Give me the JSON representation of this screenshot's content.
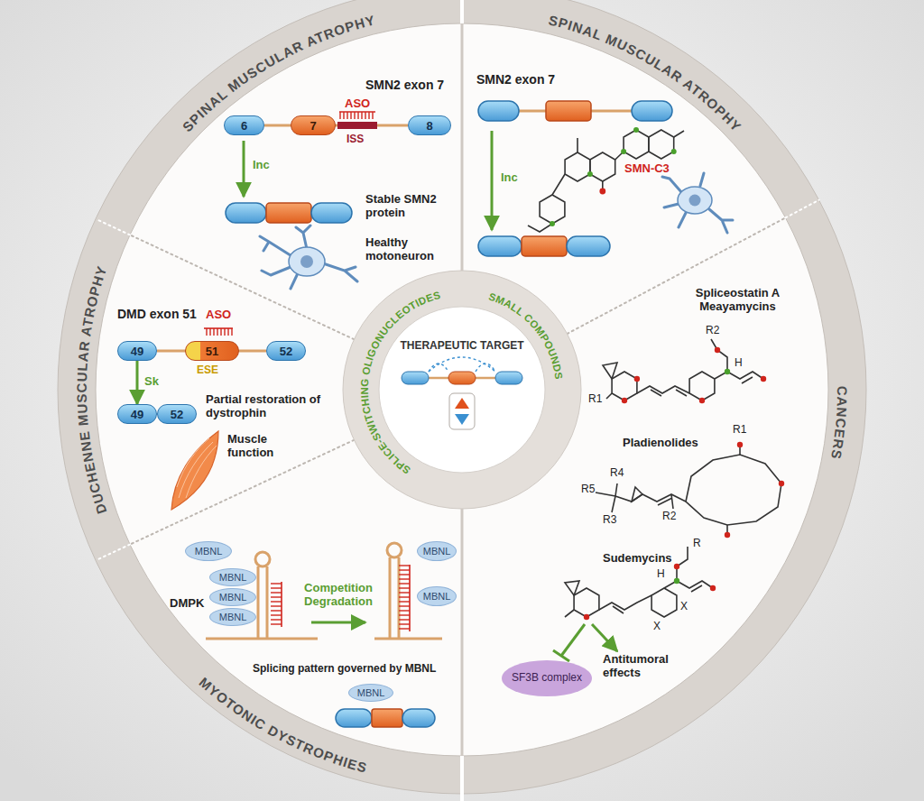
{
  "diagram": {
    "nodes": [
      {
        "text": [
          "THERAPEUTIC TARGET"
        ]
      },
      {
        "text": [
          "6"
        ]
      },
      {
        "text": [
          "7"
        ]
      },
      {
        "text": [
          "8"
        ]
      },
      {
        "text": [
          "49"
        ]
      },
      {
        "text": [
          "51"
        ]
      },
      {
        "text": [
          "52"
        ]
      },
      {
        "text": [
          "49"
        ]
      },
      {
        "text": [
          "52"
        ]
      },
      {
        "text": [
          "MBNL"
        ]
      },
      {
        "text": [
          "MBNL"
        ]
      },
      {
        "text": [
          "MBNL"
        ]
      },
      {
        "text": [
          "MBNL"
        ]
      },
      {
        "text": [
          "MBNL"
        ]
      },
      {
        "text": [
          "MBNL"
        ]
      },
      {
        "text": [
          "MBNL"
        ]
      },
      {
        "text": [
          "SF3B complex"
        ]
      }
    ],
    "edges": [
      {
        "from": 4,
        "to": 7,
        "label": "Sk",
        "arrow": "to"
      }
    ],
    "labels": [
      "SPINAL MUSCULAR ATROPHY",
      "SPINAL MUSCULAR ATROPHY",
      "DUCHENNE MUSCULAR ATROPHY",
      "MYOTONIC DYSTROPHIES",
      "CANCERS",
      "SPLICE-SWITCHING OLIGONUCLEOTIDES",
      "SMALL COMPOUNDS",
      "SMN2 exon 7",
      "ASO",
      "ISS",
      "Inc",
      "Stable SMN2 protein",
      "Healthy motoneuron",
      "SMN2 exon 7",
      "Inc",
      "SMN-C3",
      "DMD exon 51",
      "ASO",
      "ESE",
      "Partial restoration of dystrophin",
      "Muscle function",
      "DMPK",
      "Competition Degradation",
      "Splicing pattern governed by MBNL",
      "Spliceostatin A Meayamycins",
      "R2",
      "H",
      "R1",
      "Pladienolides",
      "R1",
      "R5",
      "R4",
      "R3",
      "R2",
      "Sudemycins",
      "R",
      "H",
      "X",
      "X",
      "Antitumoral effects"
    ]
  }
}
